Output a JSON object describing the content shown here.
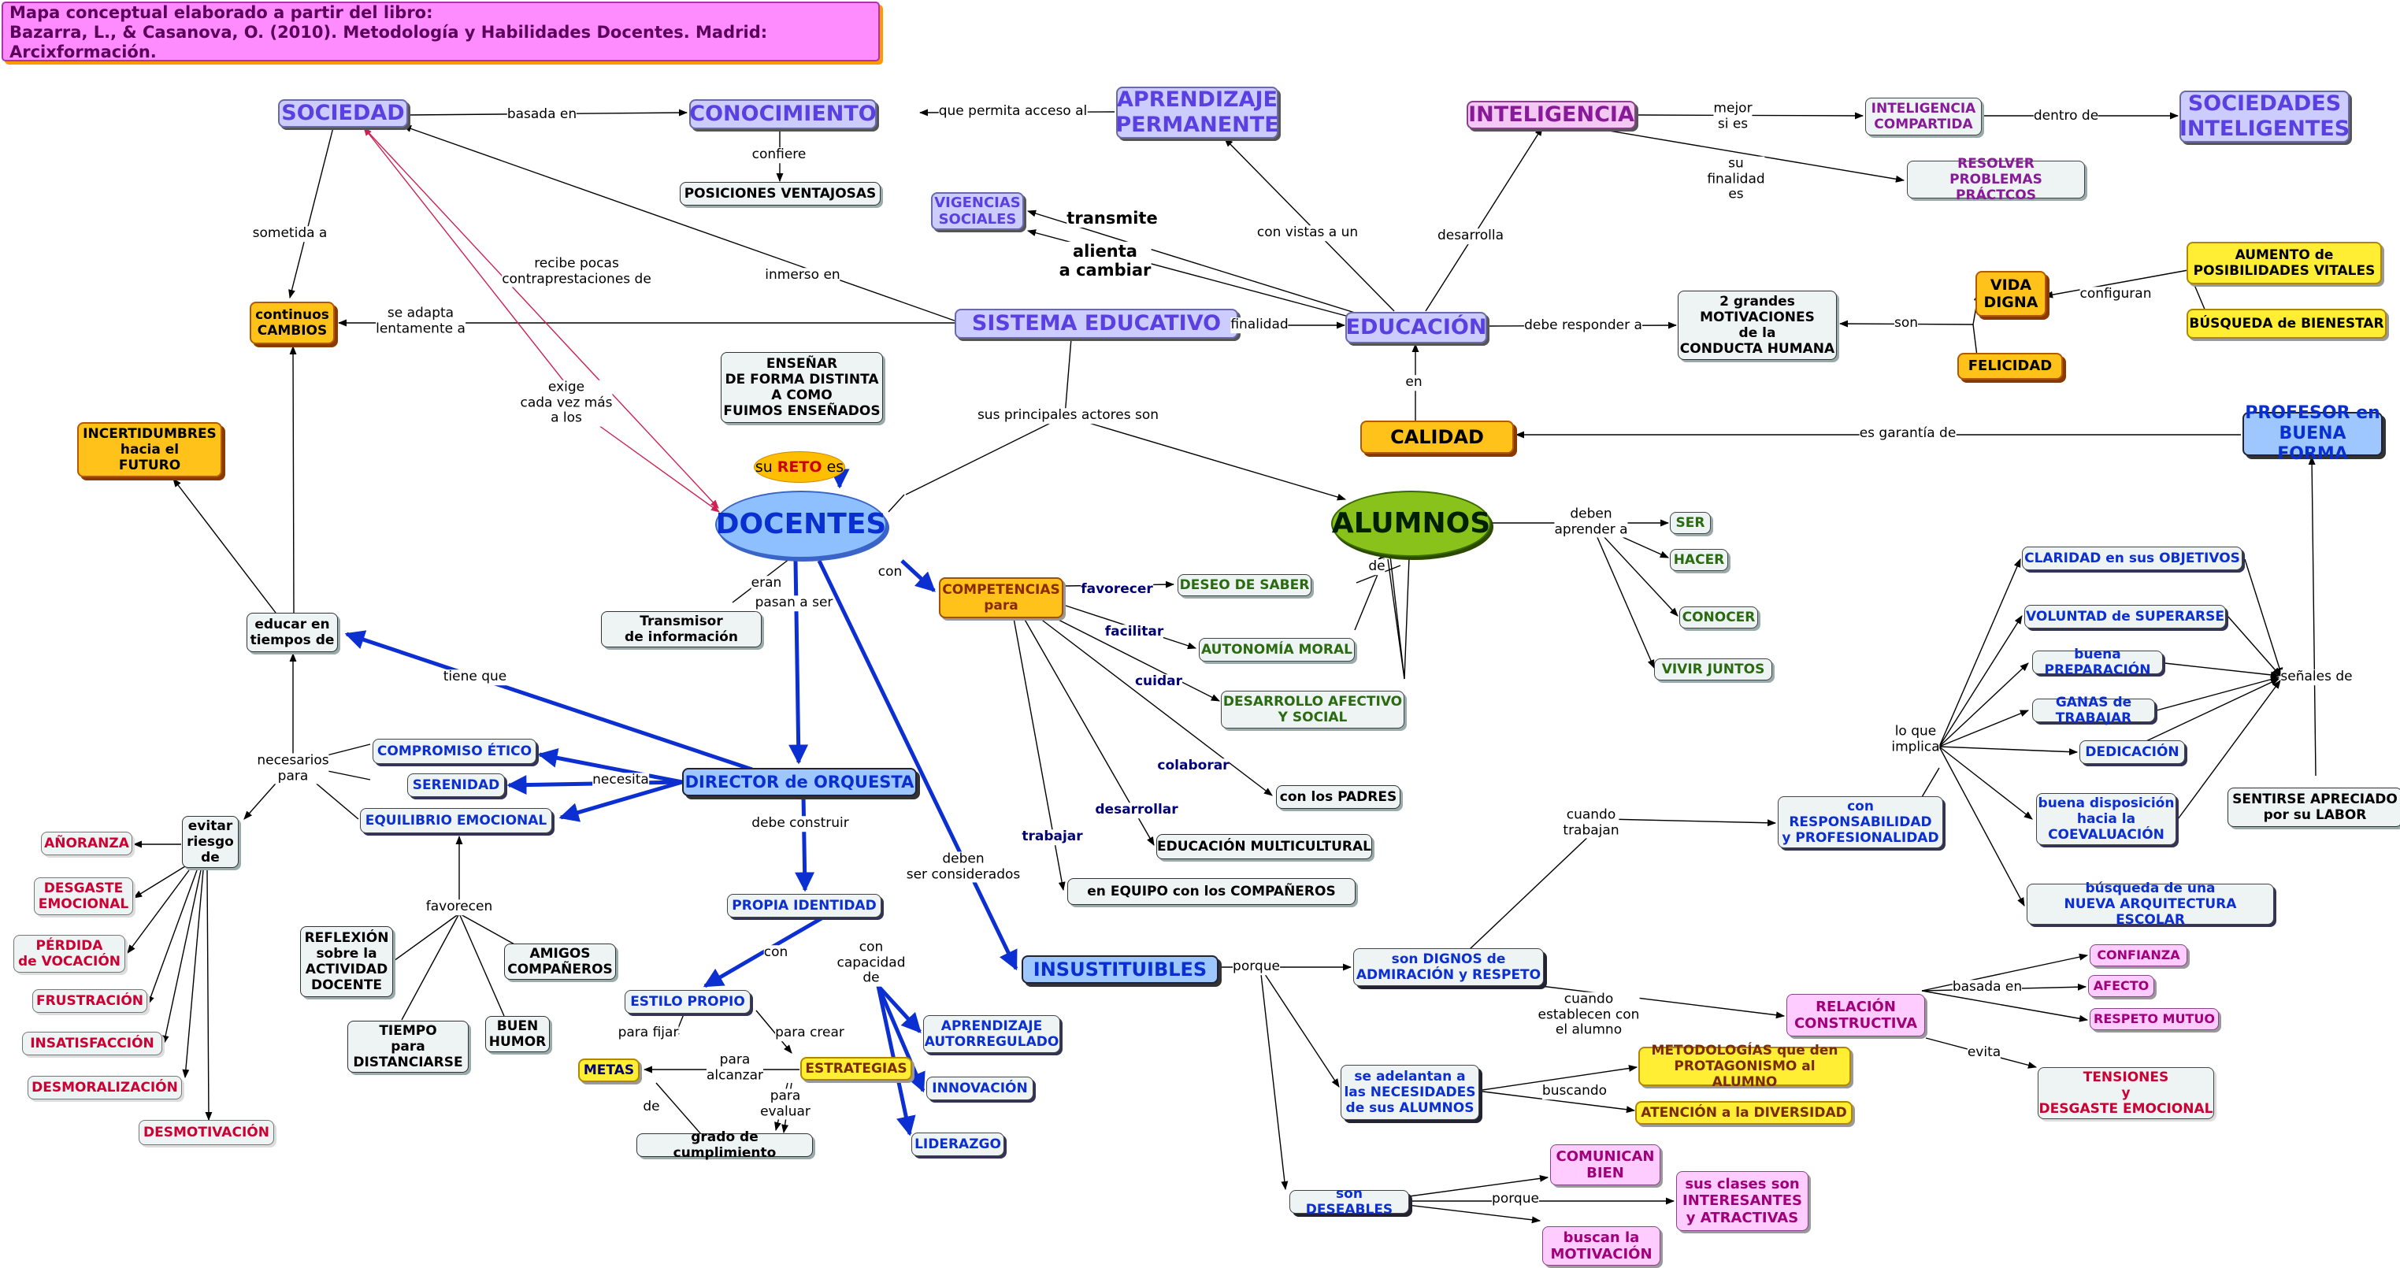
{
  "header": {
    "line1": "Mapa conceptual elaborado a partir del libro:",
    "line2": "Bazarra, L., & Casanova, O. (2010). Metodología y Habilidades Docentes. Madrid: Arcixformación."
  },
  "nodes": {
    "sociedad": "SOCIEDAD",
    "conocimiento": "CONOCIMIENTO",
    "aprendizaje_permanente": "APRENDIZAJE\nPERMANENTE",
    "posiciones": "POSICIONES VENTAJOSAS",
    "vigencias": "VIGENCIAS\nSOCIALES",
    "inteligencia": "INTELIGENCIA",
    "int_compartida": "INTELIGENCIA\nCOMPARTIDA",
    "soc_inteligentes": "SOCIEDADES\nINTELIGENTES",
    "resolver": "RESOLVER\nPROBLEMAS PRÁCTCOS",
    "continuos_cambios": "continuos\nCAMBIOS",
    "sistema_educativo": "SISTEMA EDUCATIVO",
    "educacion": "EDUCACIÓN",
    "motivaciones": "2 grandes\nMOTIVACIONES\nde la\nCONDUCTA HUMANA",
    "vida_digna": "VIDA\nDIGNA",
    "felicidad": "FELICIDAD",
    "aumento": "AUMENTO de\nPOSIBILIDADES VITALES",
    "bienestar": "BÚSQUEDA de BIENESTAR",
    "ensenar": "ENSEÑAR\nDE FORMA DISTINTA\nA COMO\nFUIMOS ENSEÑADOS",
    "reto_su": "su ",
    "reto_word": "RETO",
    "reto_es": " es",
    "incertidumbres": "INCERTIDUMBRES\nhacia el\nFUTURO",
    "calidad": "CALIDAD",
    "profesor": "PROFESOR en\nBUENA FORMA",
    "docentes": "DOCENTES",
    "alumnos": "ALUMNOS",
    "ser": "SER",
    "hacer": "HACER",
    "conocer": "CONOCER",
    "vivir": "VIVIR JUNTOS",
    "educar": "educar en\ntiempos de",
    "transmisor": "Transmisor\nde información",
    "competencias": "COMPETENCIAS\npara",
    "deseo": "DESEO DE SABER",
    "autonomia": "AUTONOMÍA MORAL",
    "desarrollo": "DESARROLLO AFECTIVO\nY SOCIAL",
    "padres": "con los PADRES",
    "multicultural": "EDUCACIÓN MULTICULTURAL",
    "equipo": "en EQUIPO con los COMPAÑEROS",
    "claridad": "CLARIDAD en sus OBJETIVOS",
    "voluntad": "VOLUNTAD de SUPERARSE",
    "preparacion": "buena PREPARACIÓN",
    "ganas": "GANAS de TRABAJAR",
    "dedicacion": "DEDICACIÓN",
    "coevaluacion": "buena disposición\nhacia la\nCOEVALUACIÓN",
    "arquitectura": "búsqueda de una\nNUEVA ARQUITECTURA ESCOLAR",
    "apreciado": "SENTIRSE APRECIADO\npor su LABOR",
    "compromiso": "COMPROMISO ÉTICO",
    "serenidad": "SERENIDAD",
    "equilibrio": "EQUILIBRIO EMOCIONAL",
    "director": "DIRECTOR de ORQUESTA",
    "evitar": "evitar\nriesgo\nde",
    "anoranza": "AÑORANZA",
    "desgaste": "DESGASTE\nEMOCIONAL",
    "perdida": "PÉRDIDA\nde VOCACIÓN",
    "frustracion": "FRUSTRACIÓN",
    "insatisfaccion": "INSATISFACCIÓN",
    "desmoralizacion": "DESMORALIZACIÓN",
    "desmotivacion": "DESMOTIVACIÓN",
    "reflexion": "REFLEXIÓN\nsobre la\nACTIVIDAD\nDOCENTE",
    "tiempo": "TIEMPO\npara\nDISTANCIARSE",
    "buen_humor": "BUEN\nHUMOR",
    "amigos": "AMIGOS\nCOMPAÑEROS",
    "identidad": "PROPIA IDENTIDAD",
    "estilo": "ESTILO PROPIO",
    "metas": "METAS",
    "estrategias": "ESTRATEGIAS",
    "grado": "grado de cumplimiento",
    "autorregulado": "APRENDIZAJE\nAUTORREGULADO",
    "innovacion": "INNOVACIÓN",
    "liderazgo": "LIDERAZGO",
    "insustituibles": "INSUSTITUIBLES",
    "dignos": "son DIGNOS de\nADMIRACIÓN y RESPETO",
    "responsabilidad": "con\nRESPONSABILIDAD\ny PROFESIONALIDAD",
    "relacion": "RELACIÓN\nCONSTRUCTIVA",
    "confianza": "CONFIANZA",
    "afecto": "AFECTO",
    "respeto_mutuo": "RESPETO MUTUO",
    "tensiones": "TENSIONES\ny\nDESGASTE EMOCIONAL",
    "adelantan": "se adelantan a\nlas NECESIDADES\nde sus ALUMNOS",
    "metodologias": "METODOLOGÍAS que den\nPROTAGONISMO al ALUMNO",
    "atencion": "ATENCIÓN  a la DIVERSIDAD",
    "deseables": "son DESEABLES",
    "comunican": "COMUNICAN\nBIEN",
    "clases": "sus clases son\nINTERESANTES\ny ATRACTIVAS",
    "motivacion": "buscan la\nMOTIVACIÓN"
  },
  "links": {
    "basada_en": "basada en",
    "que_permita": "que permita acceso al",
    "confiere": "confiere",
    "sometida_a": "sometida a",
    "recibe_pocas": "recibe pocas\ncontraprestaciones de",
    "inmerso_en": "inmerso en",
    "transmite": "transmite",
    "alienta": "alienta\na cambiar",
    "con_vistas": "con vistas a un",
    "desarrolla": "desarrolla",
    "mejor_si_es": "mejor\nsi es",
    "dentro_de": "dentro de",
    "su_finalidad": "su\nfinalidad\nes",
    "se_adapta": "se adapta\nlentamente a",
    "finalidad": "finalidad",
    "debe_responder": "debe responder a",
    "son": "son",
    "configuran": "configuran",
    "exige": "exige\ncada vez más\na los",
    "en": "en",
    "sus_principales": "sus principales actores son",
    "es_garantia": "es garantía de",
    "deben_aprender": "deben\naprender a",
    "de": "de",
    "eran": "eran",
    "con": "con",
    "pasan_a_ser": "pasan a ser",
    "favorecer": "favorecer",
    "facilitar": "facilitar",
    "cuidar": "cuidar",
    "colaborar": "colaborar",
    "desarrollar": "desarrollar",
    "trabajar": "trabajar",
    "tiene_que": "tiene que",
    "necesita": "necesita",
    "necesarios_para": "necesarios\npara",
    "favorecen": "favorecen",
    "debe_construir": "debe construir",
    "deben_ser": "deben\nser considerados",
    "con2": "con",
    "con_capacidad": "con\ncapacidad\nde",
    "para_fijar": "para fijar",
    "para_crear": "para crear",
    "para_alcanzar": "para\nalcanzar",
    "para_evaluar": "para\nevaluar",
    "de2": "de",
    "porque": "porque",
    "cuando_trabajan": "cuando\ntrabajan",
    "lo_que_implica": "lo que\nimplica",
    "senales_de": "señales de",
    "cuando_establecen": "cuando\nestablecen con\nel alumno",
    "basada_en2": "basada en",
    "evita": "evita",
    "buscando": "buscando",
    "porque2": "porque"
  },
  "colors": {
    "accent_blue": "#0b2fd0",
    "violet": "#5a40e0",
    "purple": "#881a99",
    "red": "#cc0033",
    "green": "#2a6a10",
    "orange": "#ffc21a",
    "yellow": "#ffee33",
    "pink": "#ffccff",
    "crimson_link": "#cc2255"
  }
}
